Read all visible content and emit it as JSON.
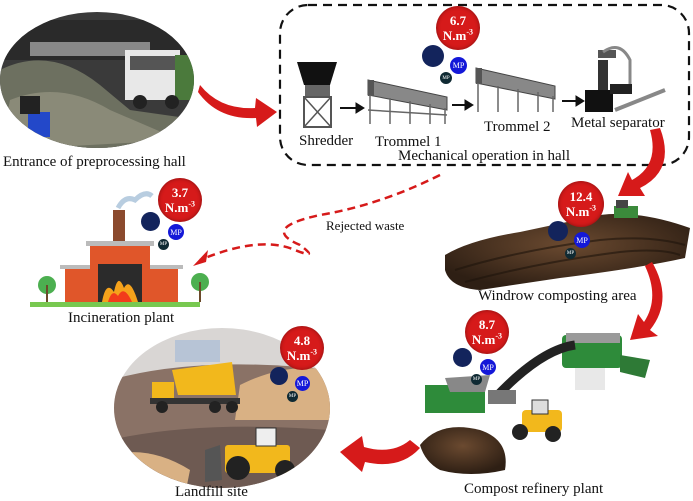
{
  "stages": {
    "entrance": {
      "label": "Entrance of preprocessing hall"
    },
    "mechanical": {
      "label": "Mechanical operation in hall",
      "concentration": "6.7",
      "unit": "N.m",
      "exponent": "-3"
    },
    "shredder": {
      "label": "Shredder"
    },
    "trommel1": {
      "label": "Trommel 1"
    },
    "trommel2": {
      "label": "Trommel 2"
    },
    "metal_separator": {
      "label": "Metal separator"
    },
    "windrow": {
      "label": "Windrow composting area",
      "concentration": "12.4",
      "unit": "N.m",
      "exponent": "-3"
    },
    "compost_refinery": {
      "label": "Compost refinery plant",
      "concentration": "8.7",
      "unit": "N.m",
      "exponent": "-3"
    },
    "landfill": {
      "label": "Landfill site",
      "concentration": "4.8",
      "unit": "N.m",
      "exponent": "-3"
    },
    "incineration": {
      "label": "Incineration plant",
      "concentration": "3.7",
      "unit": "N.m",
      "exponent": "-3"
    }
  },
  "flow_labels": {
    "rejected_waste": "Rejected waste"
  },
  "mp_label": "MP",
  "colors": {
    "badge": "#d61a1a",
    "arrow": "#d61a1a",
    "mp_blue": "#1418d8",
    "mp_fiber": "#13245c",
    "mp_dark": "#0f2a33",
    "compost": "#4a3424",
    "machine_green": "#2e8b3a",
    "machine_yellow": "#f2b81c"
  }
}
